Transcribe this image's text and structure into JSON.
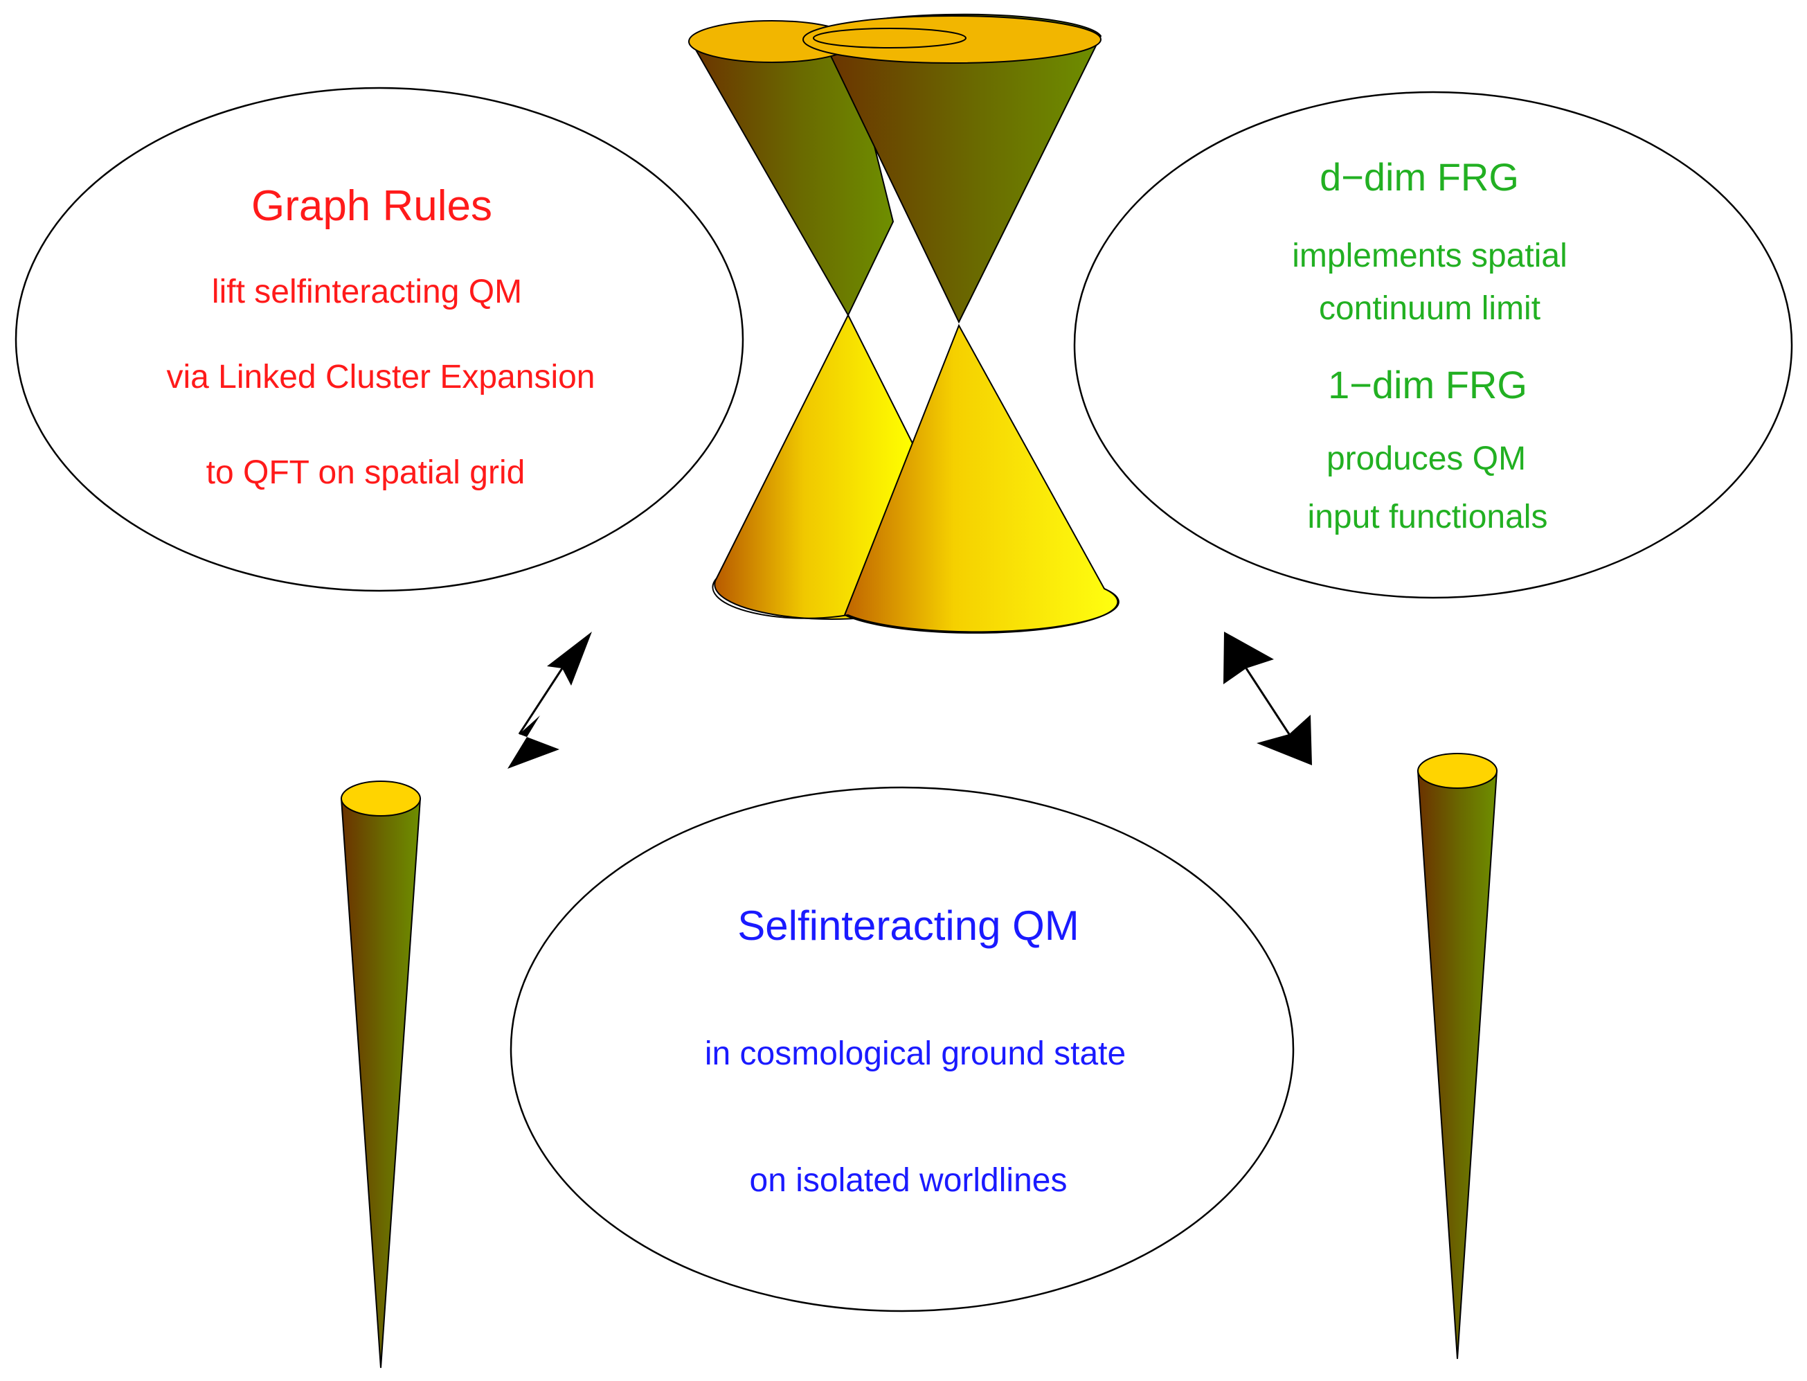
{
  "bubbles": {
    "left": {
      "title": "Graph Rules",
      "lines": [
        "lift selfinteracting QM",
        "via Linked Cluster Expansion",
        "to QFT on spatial grid"
      ],
      "color": "#ff1a1a"
    },
    "right": {
      "title_1": "d−dim FRG",
      "lines_1": [
        "implements spatial",
        "continuum limit"
      ],
      "title_2": "1−dim FRG",
      "lines_2": [
        "produces QM",
        "input functionals"
      ],
      "color": "#22b022"
    },
    "bottom": {
      "title": "Selfinteracting QM",
      "lines": [
        "in cosmological ground state",
        "on isolated worldlines"
      ],
      "color": "#1a1aff"
    }
  },
  "colors": {
    "cone_top": "#f2b600",
    "cone_dark": "#6b3200",
    "cone_olive": "#6e8a00",
    "cone_yellow": "#fff200",
    "cone_orange": "#c77a00",
    "outline": "#000000"
  }
}
